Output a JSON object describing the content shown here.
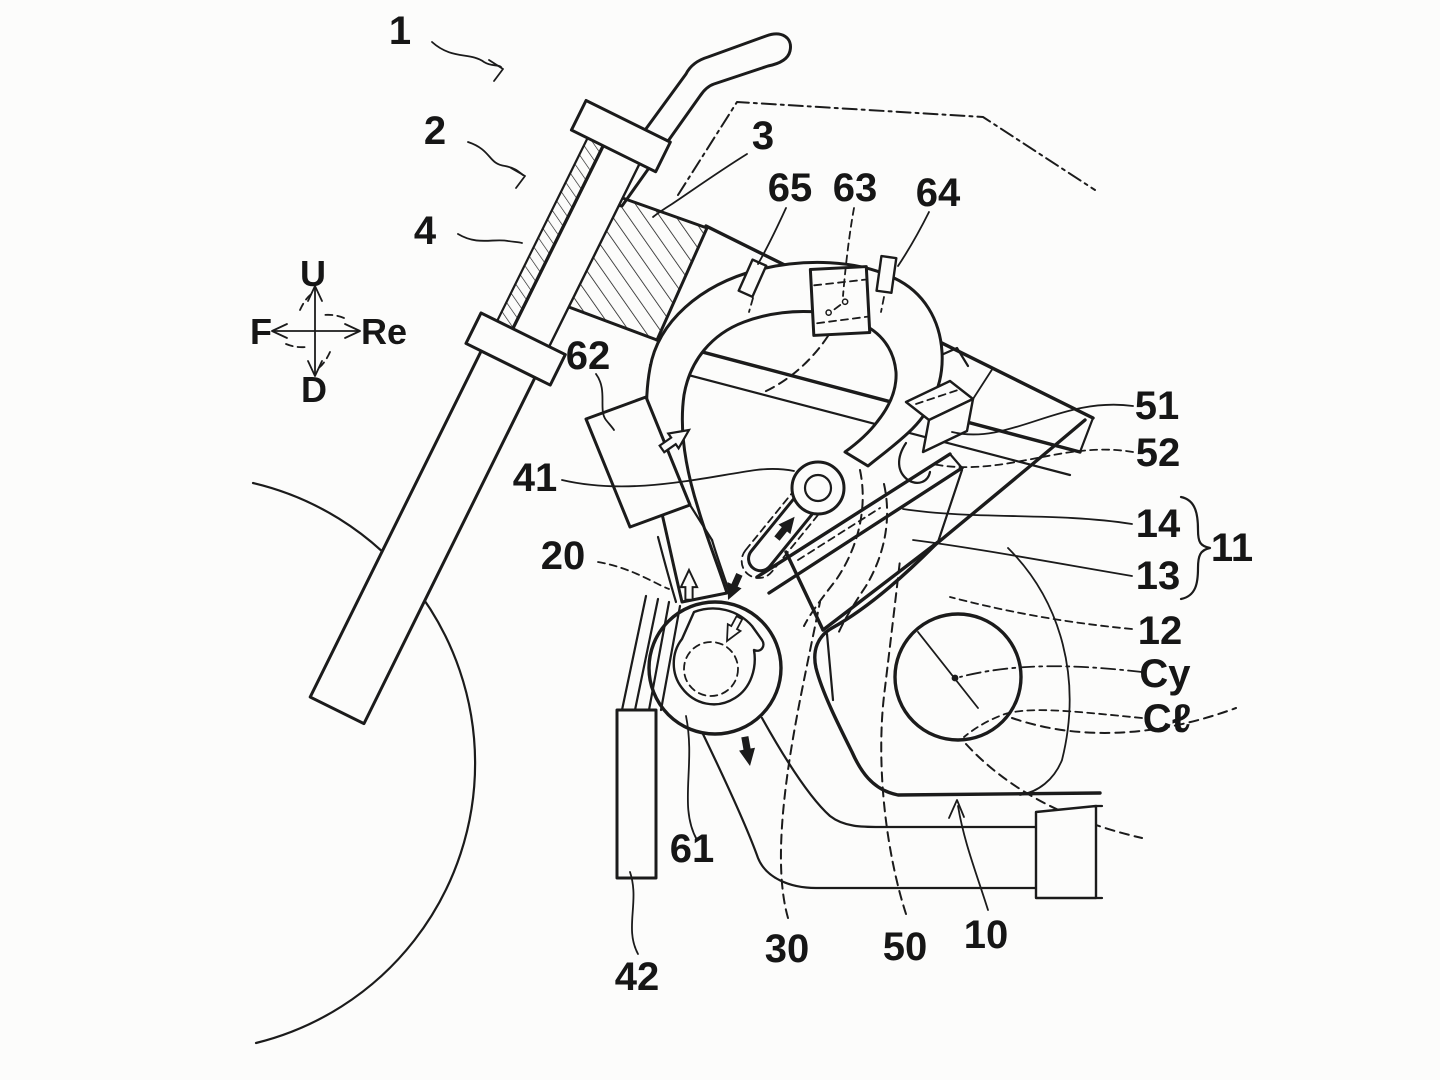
{
  "figure": {
    "kind": "patent line drawing",
    "subject": "motorcycle front frame, steering and air-intake system side view",
    "background_color": "#fcfcfb",
    "ink_color": "#1b1b1b"
  },
  "compass": {
    "up": "U",
    "front": "F",
    "rear": "Re",
    "down": "D"
  },
  "labels": {
    "n1": "1",
    "n2": "2",
    "n3": "3",
    "n4": "4",
    "n10": "10",
    "n11": "11",
    "n12": "12",
    "n13": "13",
    "n14": "14",
    "n20": "20",
    "n30": "30",
    "n41": "41",
    "n42": "42",
    "n50": "50",
    "n51": "51",
    "n52": "52",
    "n61": "61",
    "n62": "62",
    "n63": "63",
    "n64": "64",
    "n65": "65",
    "cy": "Cy",
    "cl": "Cℓ"
  }
}
